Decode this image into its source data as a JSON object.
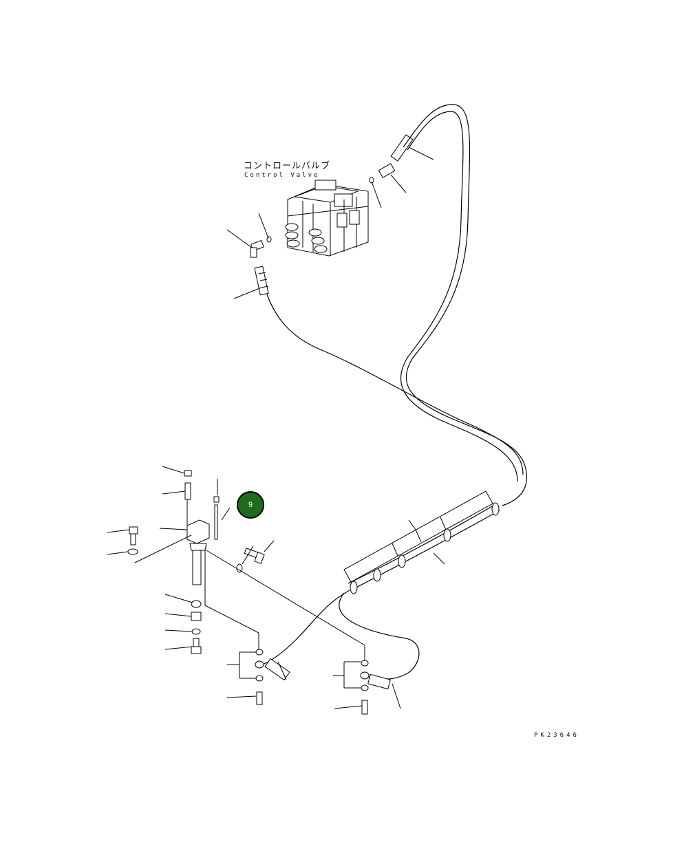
{
  "labels": {
    "component_jp": "コントロールバルブ",
    "component_en": "Control Valve",
    "drawing_code": "PK23646"
  },
  "badge": {
    "value": "9",
    "color": "#1f6b1f"
  },
  "icons": [
    "control-valve-icon",
    "hose-icon",
    "bolt-icon",
    "washer-icon",
    "o-ring-icon",
    "clamp-icon",
    "bracket-icon",
    "elbow-fitting-icon"
  ]
}
